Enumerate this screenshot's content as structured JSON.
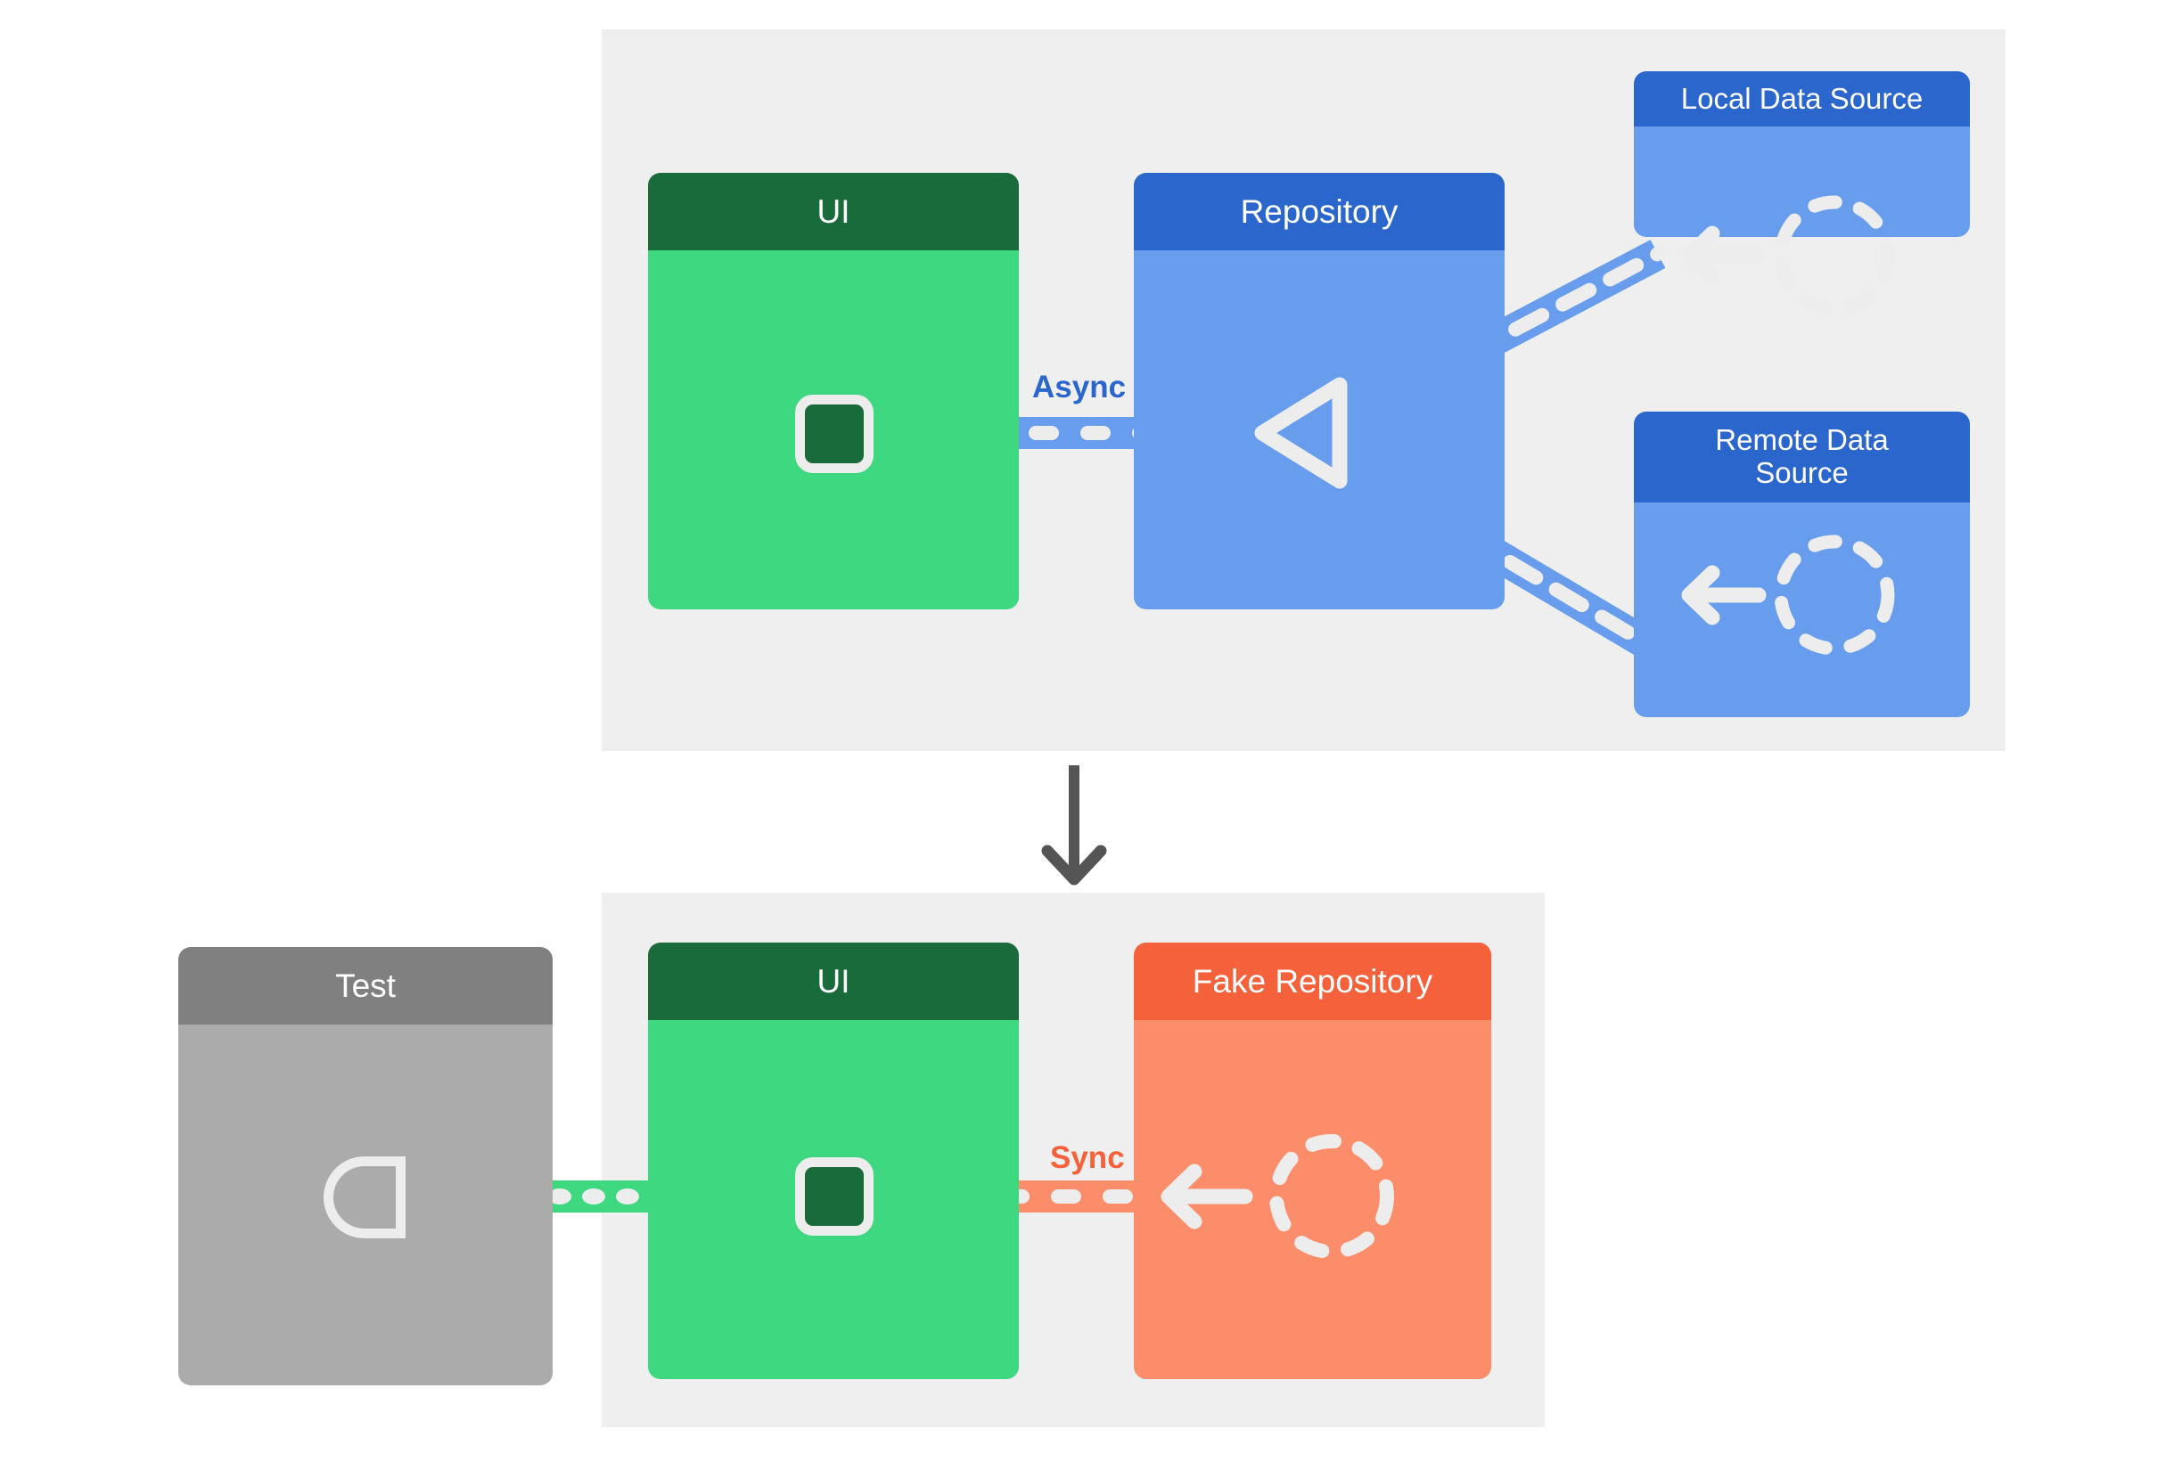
{
  "diagram": {
    "title_absent": true,
    "top_panel": {
      "name": "production-architecture",
      "cards": [
        {
          "id": "ui",
          "title": "UI",
          "theme": "green"
        },
        {
          "id": "repository",
          "title": "Repository",
          "theme": "blue"
        },
        {
          "id": "local_data_source",
          "title": "Local Data Source",
          "theme": "blue"
        },
        {
          "id": "remote_data_source",
          "title": "Remote Data\nSource",
          "theme": "blue"
        }
      ],
      "connector_label": "Async",
      "connector_color": "#2B66CC"
    },
    "bottom_panel": {
      "name": "test-architecture",
      "cards": [
        {
          "id": "ui",
          "title": "UI",
          "theme": "green"
        },
        {
          "id": "fake_repository",
          "title": "Fake Repository",
          "theme": "orange"
        }
      ],
      "connector_label": "Sync",
      "connector_color": "#F4613A"
    },
    "external_cards": [
      {
        "id": "test",
        "title": "Test",
        "theme": "gray"
      }
    ],
    "transition_arrow": {
      "name": "down-arrow",
      "color": "#555555",
      "direction": "down"
    },
    "icons": {
      "repository_socket": "triangle-socket-icon",
      "data_source_circle": "dashed-circle-icon",
      "data_source_arrow": "arrow-left-icon",
      "ui_chip": "square-chip-icon",
      "test_socket": "d-socket-icon"
    },
    "colors": {
      "panel_background": "#efefef",
      "green_header": "#1A6B3C",
      "green_body": "#3DD87F",
      "blue_header": "#2B66CC",
      "blue_body": "#679DEC",
      "orange_header": "#F4613A",
      "orange_body": "#FC8D6A",
      "gray_header": "#808080",
      "gray_body": "#ABABAB",
      "line_white": "#EDEDED"
    }
  }
}
